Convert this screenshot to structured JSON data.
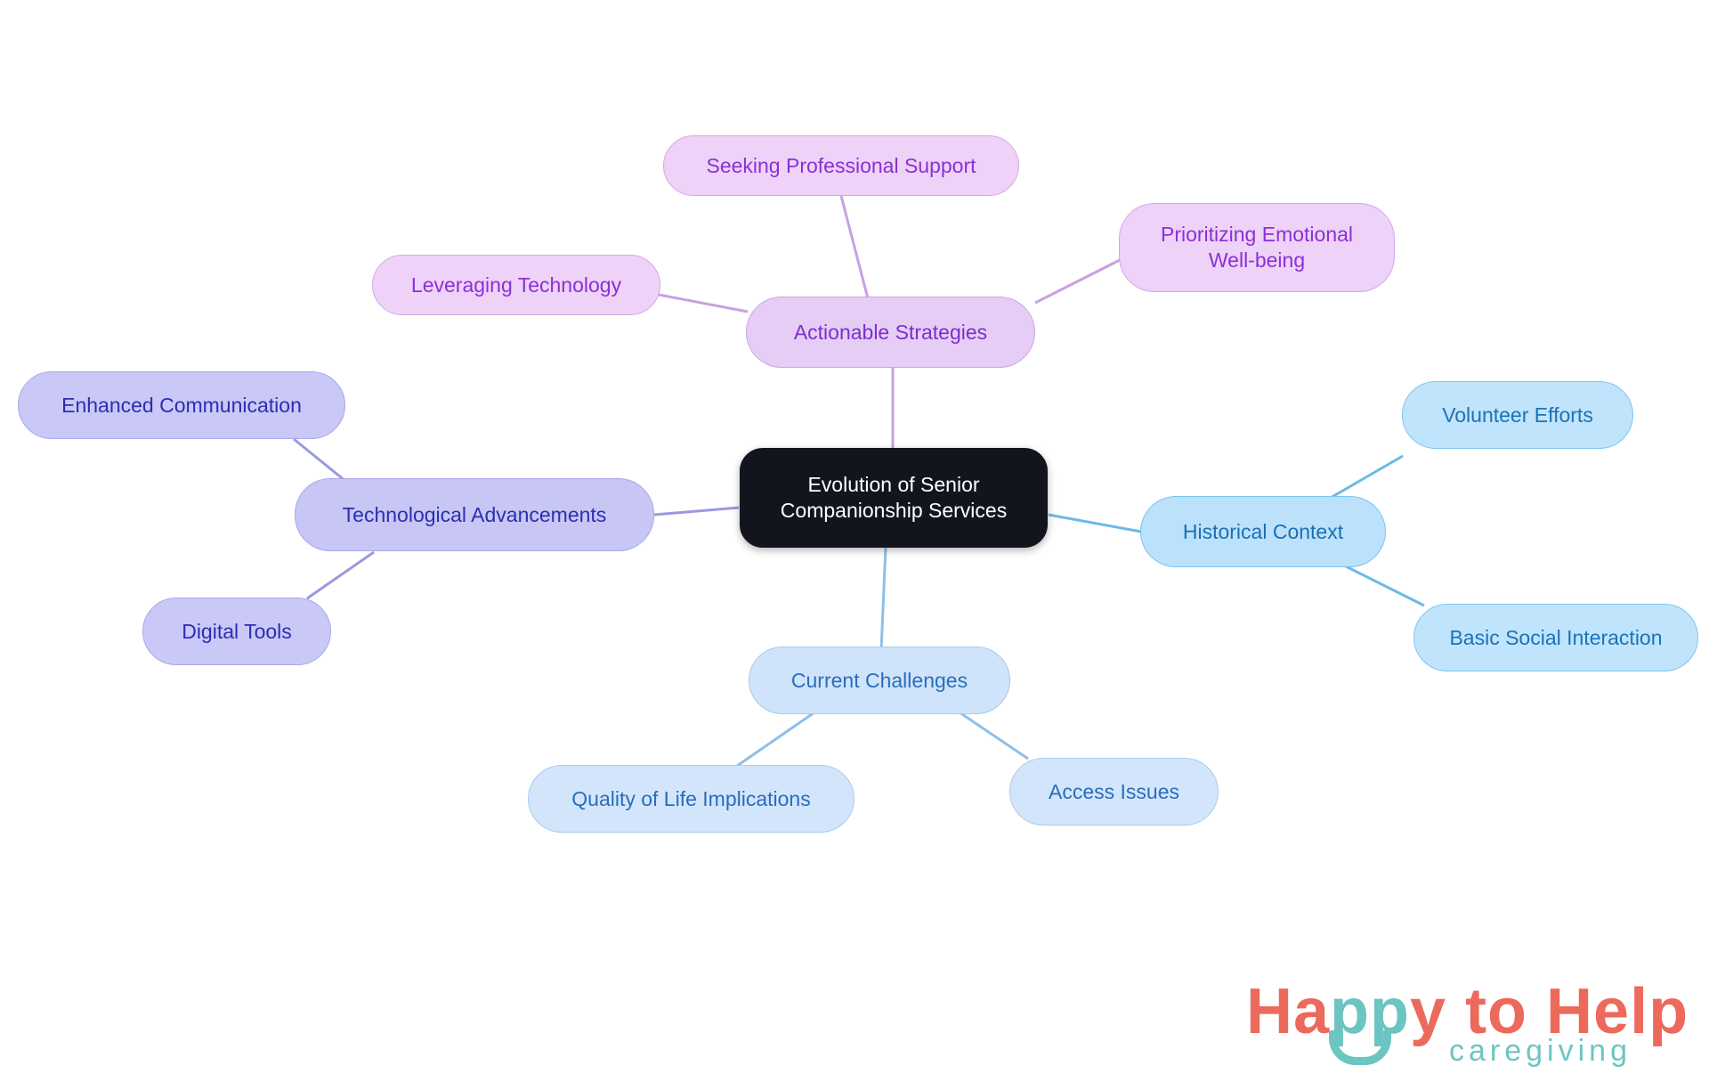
{
  "diagram": {
    "type": "mindmap",
    "title": "Evolution of Senior Companionship Services",
    "root": {
      "id": "root",
      "label": "Evolution of Senior\nCompanionship Services",
      "fill": "#13151e",
      "text_color": "#ffffff"
    },
    "branches": [
      {
        "id": "actionable-strategies",
        "label": "Actionable Strategies",
        "fill": "#e6cdf5",
        "stroke": "#c9a6e0",
        "text_color": "#7b2fd0",
        "edge_color": "#c9a0e3",
        "children": [
          {
            "id": "seeking-professional-support",
            "label": "Seeking Professional Support"
          },
          {
            "id": "leveraging-technology",
            "label": "Leveraging Technology"
          },
          {
            "id": "prioritizing-emotional-well-being",
            "label": "Prioritizing Emotional\nWell-being"
          }
        ]
      },
      {
        "id": "technological-advancements",
        "label": "Technological Advancements",
        "fill": "#c7c6f5",
        "stroke": "#a9a7e8",
        "text_color": "#2c2fb0",
        "edge_color": "#9a99e0",
        "children": [
          {
            "id": "enhanced-communication",
            "label": "Enhanced Communication"
          },
          {
            "id": "digital-tools",
            "label": "Digital Tools"
          }
        ]
      },
      {
        "id": "historical-context",
        "label": "Historical Context",
        "fill": "#bbe2fa",
        "stroke": "#79c3ef",
        "text_color": "#1a6fb5",
        "edge_color": "#6cb9e8",
        "children": [
          {
            "id": "volunteer-efforts",
            "label": "Volunteer Efforts"
          },
          {
            "id": "basic-social-interaction",
            "label": "Basic Social Interaction"
          }
        ]
      },
      {
        "id": "current-challenges",
        "label": "Current Challenges",
        "fill": "#cfe3fa",
        "stroke": "#a6c9ee",
        "text_color": "#2a6dbd",
        "edge_color": "#8fbfe9",
        "children": [
          {
            "id": "quality-of-life-implications",
            "label": "Quality of Life Implications"
          },
          {
            "id": "access-issues",
            "label": "Access Issues"
          }
        ]
      }
    ]
  },
  "logo": {
    "word_part1": "Ha",
    "word_part2": "pp",
    "word_part3": "y to Help",
    "tagline": "caregiving",
    "coral": "#ec6a5c",
    "teal": "#6dc5c2"
  }
}
